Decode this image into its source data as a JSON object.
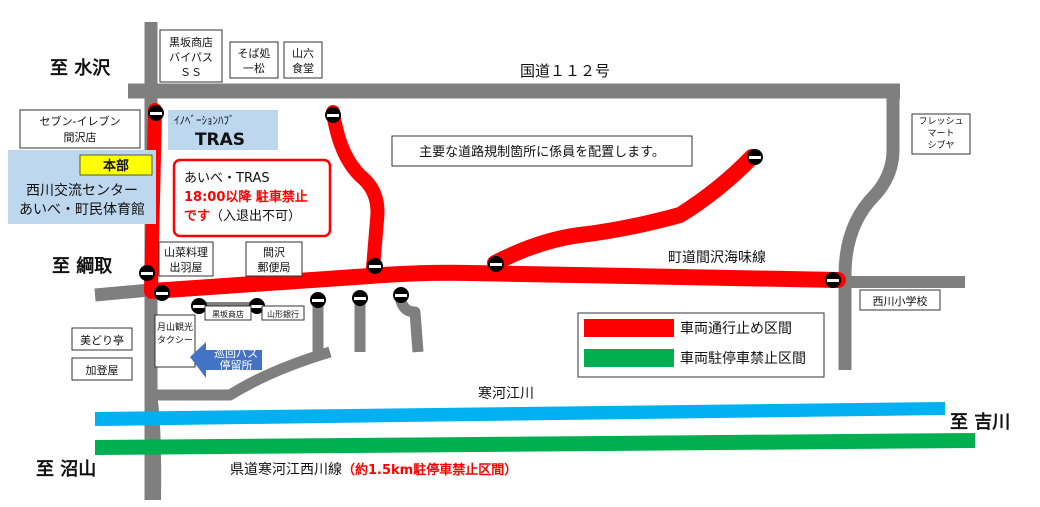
{
  "map": {
    "directions": {
      "mizusawa": "至 水沢",
      "amitori": "至 綱取",
      "numayama": "至 沼山",
      "yoshikawa": "至 吉川"
    },
    "roads": {
      "national_112": "国道１１２号",
      "town_road": "町道間沢海味線",
      "prefectural": "県道寒河江西川線",
      "prefectural_note": "（約1.5km駐停車禁止区間）",
      "river": "寒河江川"
    },
    "places": {
      "kurosaka_ss": [
        "黒坂商店",
        "バイパス",
        "ＳＳ"
      ],
      "sobadokoro": [
        "そば処",
        "一松"
      ],
      "sanroku": [
        "山六",
        "食堂"
      ],
      "seven_eleven": [
        "セブン-イレブン",
        "間沢店"
      ],
      "iwate_hub": "ｲﾉﾍﾞｰｼｮﾝﾊﾌﾞ",
      "tras": "TRAS",
      "honbu": "本部",
      "center": [
        "西川交流センター",
        "あいべ・町民体育館"
      ],
      "sansai": [
        "山菜料理",
        "出羽屋"
      ],
      "post": [
        "間沢",
        "郵便局"
      ],
      "kurosaka_shop": "黒坂商店",
      "yamagata_bank": "山形銀行",
      "taxi": [
        "月山観光",
        "タクシー"
      ],
      "bus_stop": [
        "巡回バス",
        "停留所"
      ],
      "midoritei": "美どり亭",
      "katoya": "加登屋",
      "fresh": [
        "フレッシュ",
        "マート",
        "シブヤ"
      ],
      "school": "西川小学校"
    },
    "notice": "主要な道路規制箇所に係員を配置します。",
    "parking_notice": {
      "line1": "あいべ・TRAS",
      "line2": "18:00以降 駐車禁止",
      "line3_red": "です",
      "line3_black": "（入退出不可）"
    }
  },
  "legend": {
    "closed_label": "車両通行止め区間",
    "closed_color": "#ff0000",
    "no_stop_label": "車両駐停車禁止区間",
    "no_stop_color": "#00b050"
  },
  "colors": {
    "road": "#7f7f7f",
    "river": "#00b0f0",
    "building_highlight": "#bdd7ee",
    "honbu": "#ffff00",
    "bus_arrow": "#4472c4",
    "notice_red": "#ff0000"
  }
}
